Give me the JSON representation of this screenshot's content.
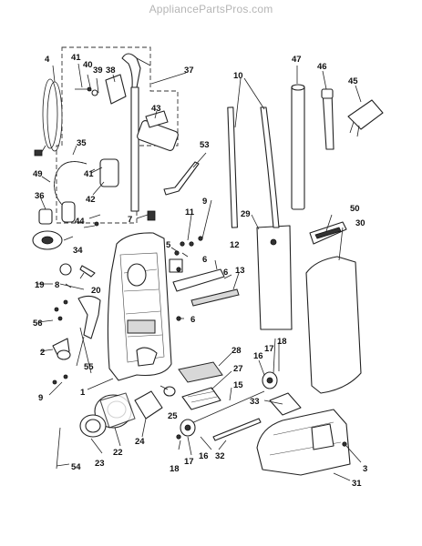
{
  "watermark": "AppliancePartsPros.com",
  "labels": [
    "1",
    "2",
    "3",
    "4",
    "5",
    "6",
    "7",
    "8",
    "9",
    "10",
    "11",
    "12",
    "13",
    "15",
    "16",
    "17",
    "18",
    "19",
    "20",
    "22",
    "23",
    "24",
    "25",
    "27",
    "28",
    "29",
    "30",
    "31",
    "32",
    "33",
    "34",
    "35",
    "36",
    "37",
    "38",
    "39",
    "40",
    "41",
    "42",
    "43",
    "44",
    "45",
    "46",
    "47",
    "49",
    "50",
    "53",
    "54",
    "55",
    "56"
  ]
}
